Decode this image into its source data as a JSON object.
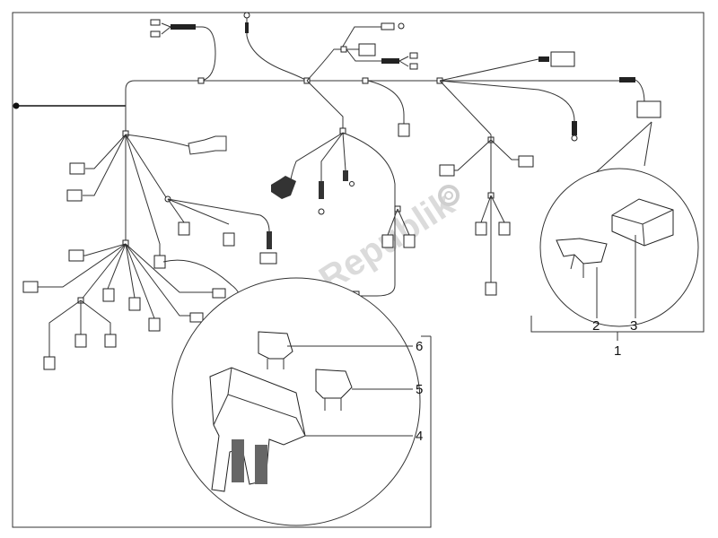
{
  "diagram": {
    "callouts": [
      "1",
      "2",
      "3",
      "4",
      "5",
      "6"
    ],
    "watermark": "PartsRepublik"
  },
  "colors": {
    "line": "#333333",
    "background": "#ffffff",
    "watermark": "#cfcfcf"
  }
}
